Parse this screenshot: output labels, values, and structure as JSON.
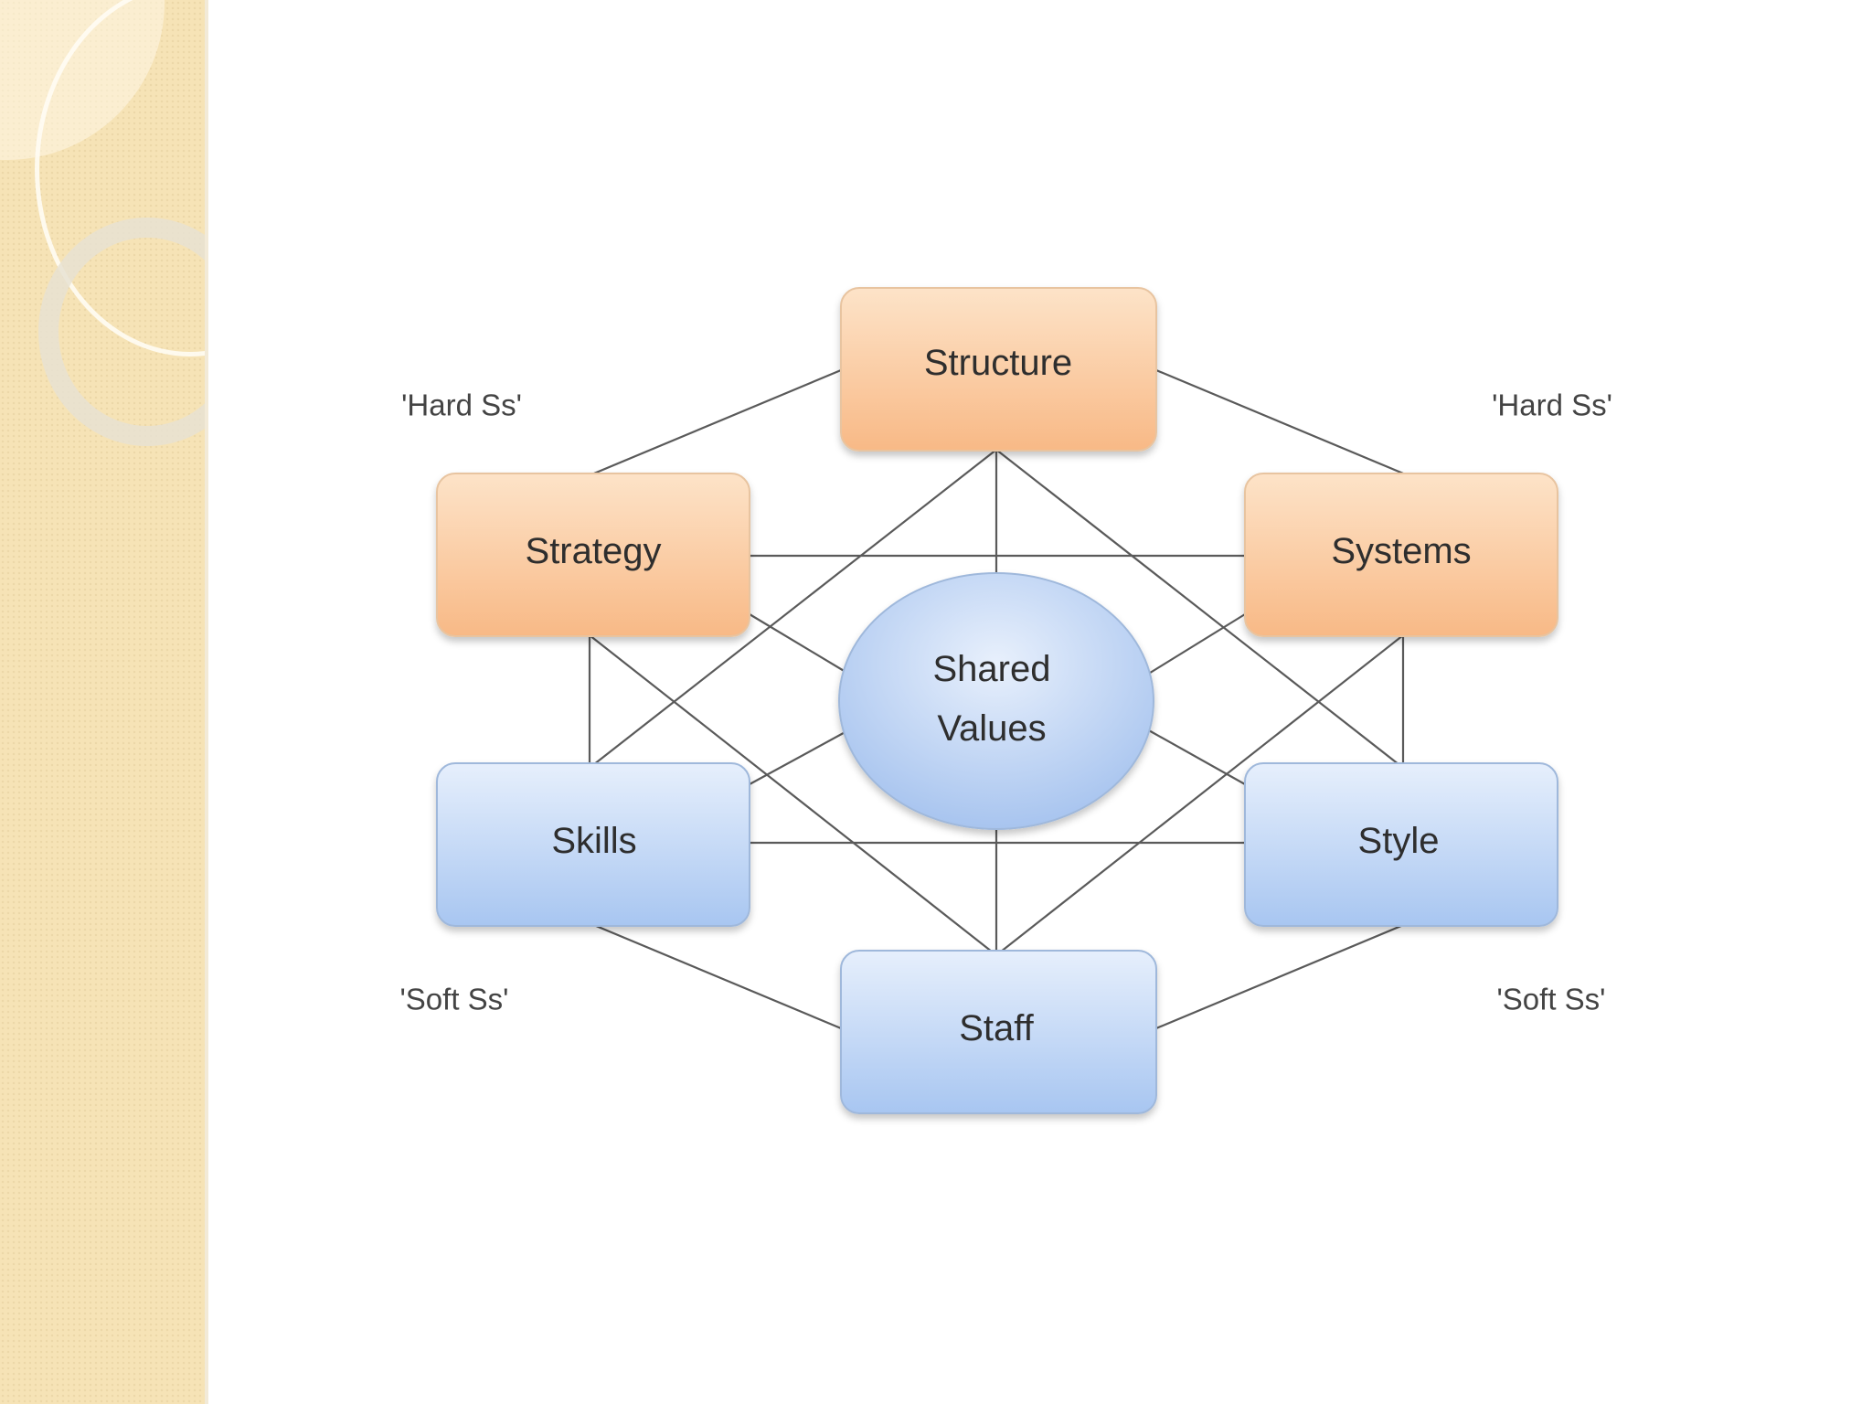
{
  "diagram": {
    "nodes": {
      "structure": "Structure",
      "strategy": "Strategy",
      "systems": "Systems",
      "shared_values_line1": "Shared",
      "shared_values_line2": "Values",
      "skills": "Skills",
      "style": "Style",
      "staff": "Staff"
    },
    "group_labels": {
      "hard_left": "'Hard Ss'",
      "hard_right": "'Hard Ss'",
      "soft_left": "'Soft Ss'",
      "soft_right": "'Soft Ss'"
    },
    "colors": {
      "hard_fill_top": "#fde3c8",
      "hard_fill_bottom": "#f8b986",
      "hard_border": "#e8c4a0",
      "soft_fill_top": "#e6effc",
      "soft_fill_bottom": "#a8c6f1",
      "soft_border": "#9fb8db"
    }
  }
}
